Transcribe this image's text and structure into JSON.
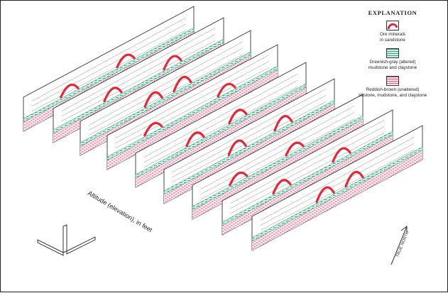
{
  "legend": {
    "title": "EXPLANATION",
    "items": [
      {
        "label_line1": "Ore minerals",
        "label_line2": "in sandstone",
        "color": "#e02a3a"
      },
      {
        "label_line1": "Greenish-gray (altered)",
        "label_line2": "mudstone and claystone",
        "color": "#3aa888"
      },
      {
        "label_line1": "Reddish-brown (unaltered)",
        "label_line2": "siltstone, mudstone, and claystone",
        "color": "#d5527a"
      }
    ]
  },
  "axis_label": "Altitude (elevation), in feet",
  "north_label": "TRUE NORTH",
  "colors": {
    "ore": "#e02a3a",
    "altered": "#3aa888",
    "unaltered": "#d5527a",
    "line": "#333333"
  }
}
